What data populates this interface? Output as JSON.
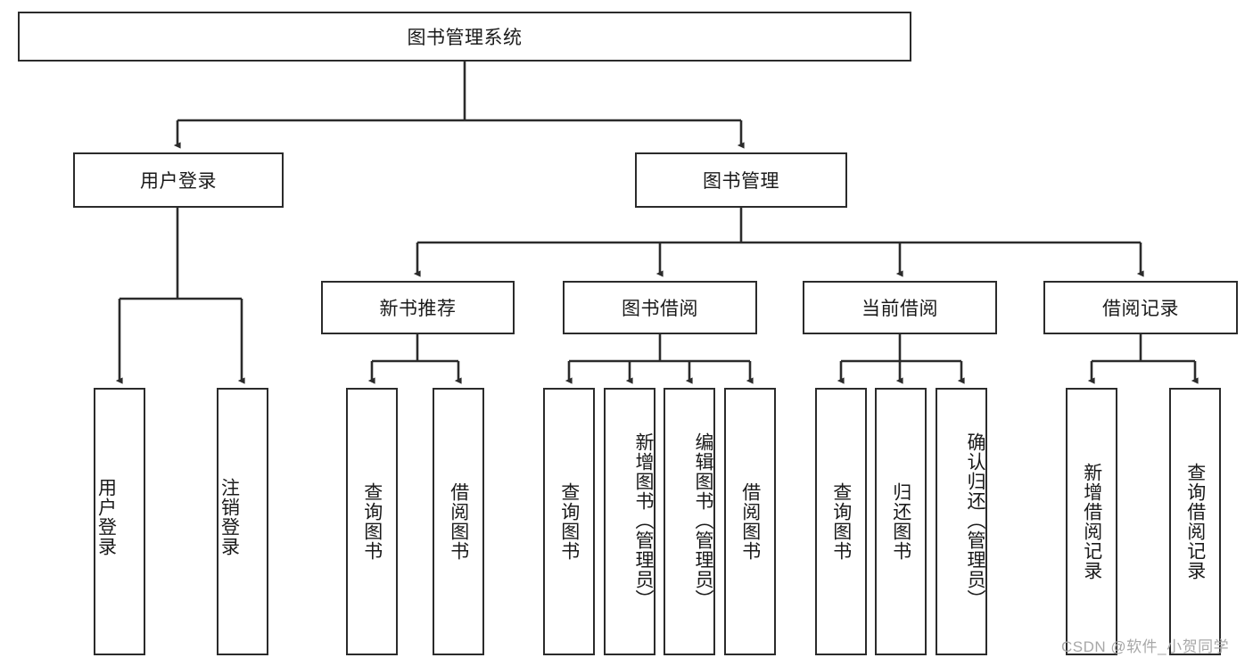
{
  "diagram": {
    "title": "图书管理系统",
    "type": "hierarchy-tree",
    "watermark": "CSDN @软件_小贺同学",
    "colors": {
      "background": "#ffffff",
      "box_border": "#2b2b2b",
      "text": "#1a1a1a",
      "connector": "#2b2b2b",
      "watermark": "#a8a8a8"
    },
    "nodes": {
      "root": {
        "label": "图书管理系统"
      },
      "level2": [
        {
          "label": "用户登录"
        },
        {
          "label": "图书管理"
        }
      ],
      "level3": [
        {
          "label": "新书推荐"
        },
        {
          "label": "图书借阅"
        },
        {
          "label": "当前借阅"
        },
        {
          "label": "借阅记录"
        }
      ],
      "leaves": {
        "user_login": [
          {
            "label": "用户登录"
          },
          {
            "label": "注销登录"
          }
        ],
        "new_book_recommend": [
          {
            "label": "查询图书"
          },
          {
            "label": "借阅图书"
          }
        ],
        "book_borrow": [
          {
            "label": "查询图书"
          },
          {
            "label": "新增图书（管理员）"
          },
          {
            "label": "编辑图书（管理员）"
          },
          {
            "label": "借阅图书"
          }
        ],
        "current_borrow": [
          {
            "label": "查询图书"
          },
          {
            "label": "归还图书"
          },
          {
            "label": "确认归还（管理员）"
          }
        ],
        "borrow_record": [
          {
            "label": "新增借阅记录"
          },
          {
            "label": "查询借阅记录"
          }
        ]
      }
    }
  }
}
